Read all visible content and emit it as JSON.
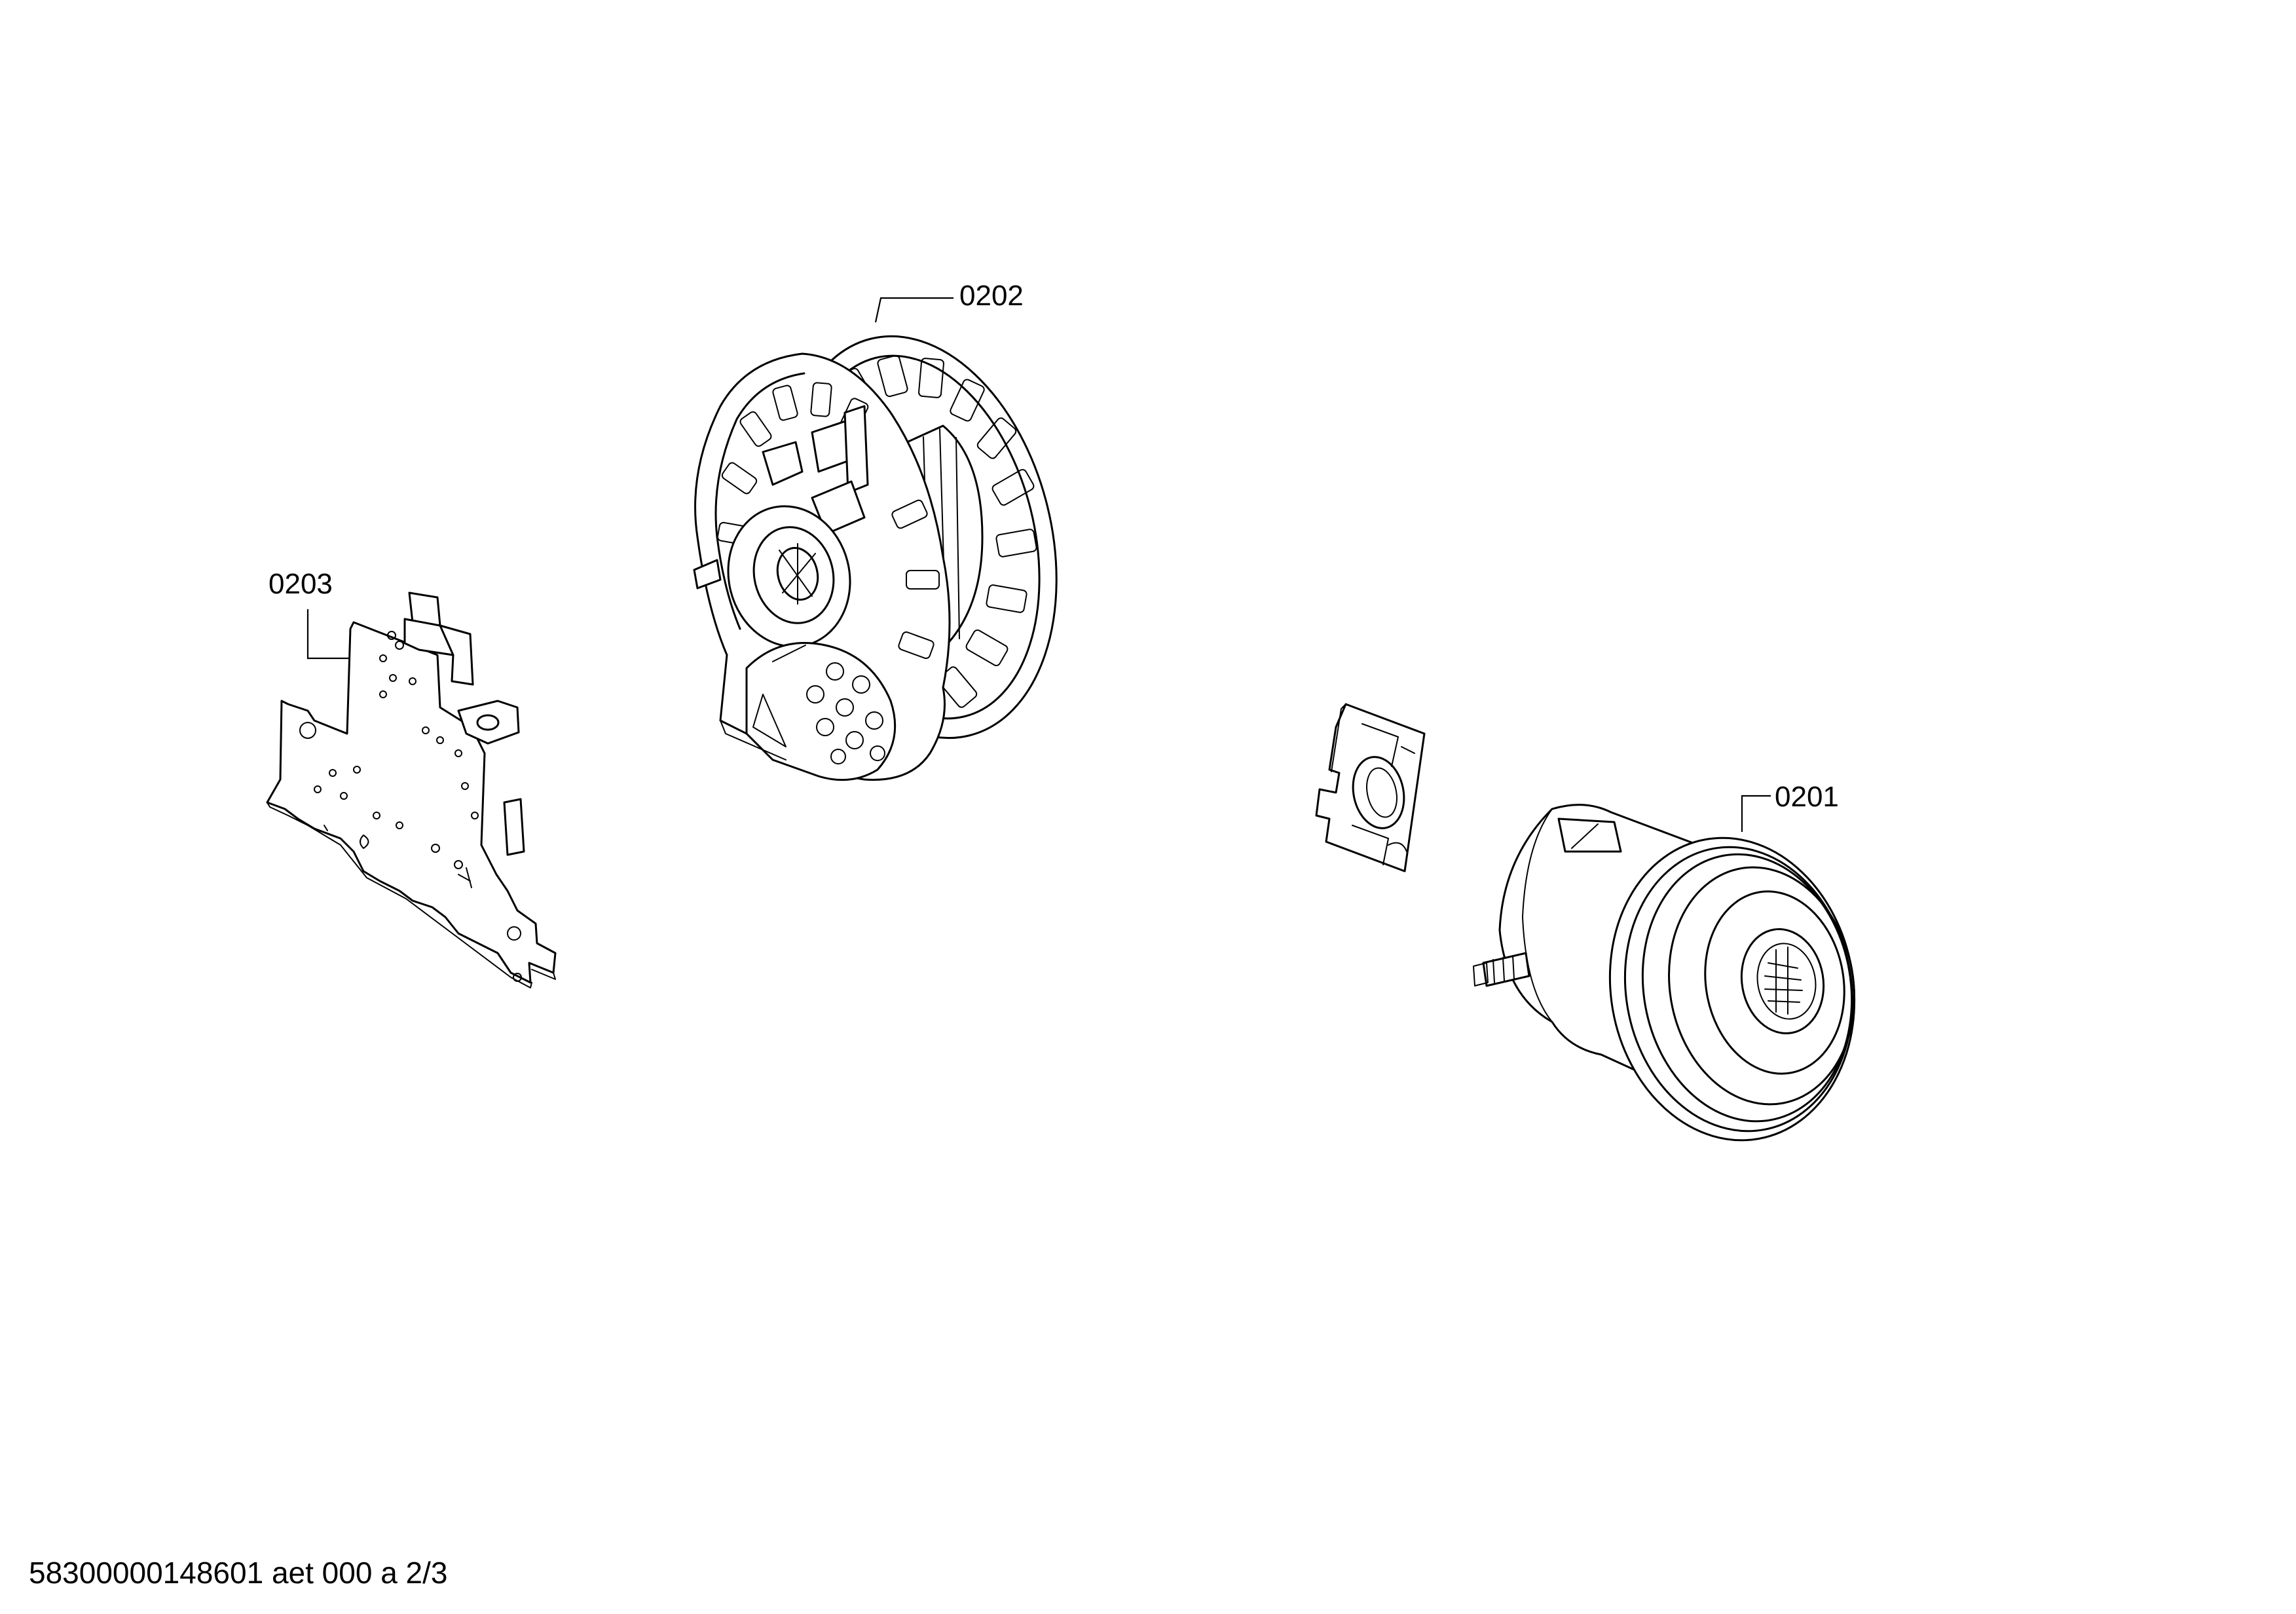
{
  "parts": [
    {
      "id": "0201",
      "label": "0201",
      "name": "motor"
    },
    {
      "id": "0202",
      "label": "0202",
      "name": "cable-reel"
    },
    {
      "id": "0203",
      "label": "0203",
      "name": "circuit-board"
    }
  ],
  "document_id": "58300000148601 aet 000 a 2/3"
}
